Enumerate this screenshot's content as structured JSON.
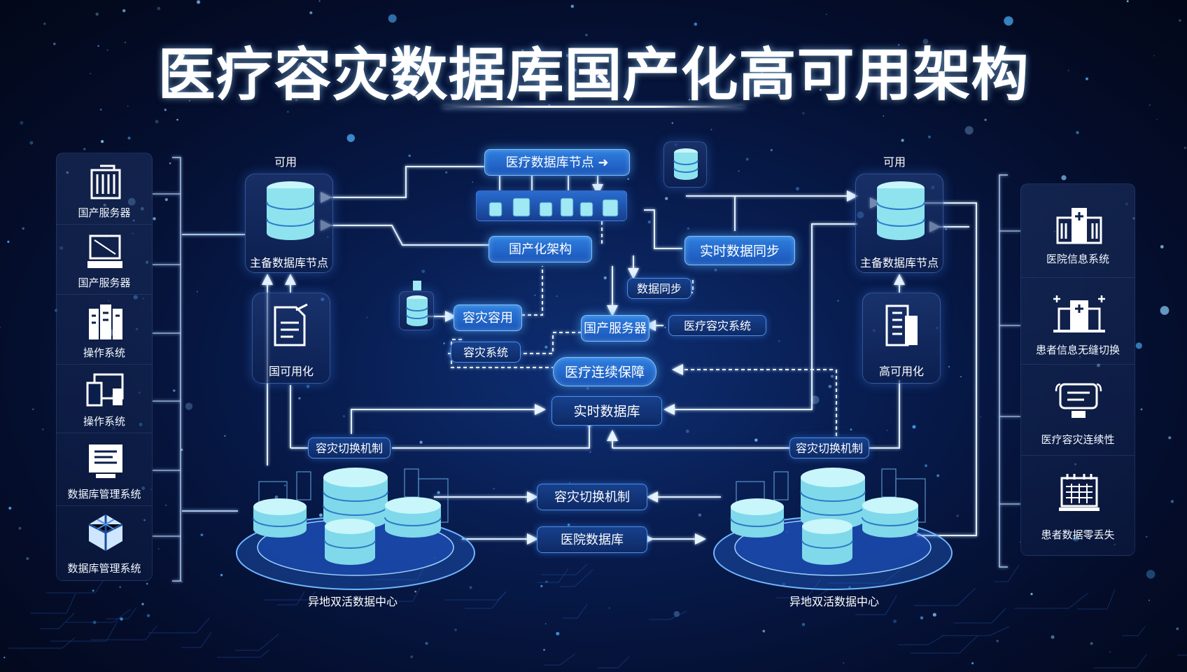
{
  "title": "医疗容灾数据库国产化高可用架构",
  "left_panel": {
    "items": [
      {
        "label": "国产服务器",
        "icon": "server-rack-icon"
      },
      {
        "label": "国产服务器",
        "icon": "computer-terminal-icon"
      },
      {
        "label": "操作系统",
        "icon": "server-cabinet-icon"
      },
      {
        "label": "操作系统",
        "icon": "devices-icon"
      },
      {
        "label": "数据库管理系统",
        "icon": "console-icon"
      },
      {
        "label": "数据库管理系统",
        "icon": "cube-cluster-icon"
      }
    ]
  },
  "right_panel": {
    "items": [
      {
        "label": "医院信息系统",
        "icon": "hospital-building-icon"
      },
      {
        "label": "患者信息无缝切换",
        "icon": "clinic-building-icon"
      },
      {
        "label": "医疗容灾连续性",
        "icon": "monitor-gear-icon"
      },
      {
        "label": "患者数据零丢失",
        "icon": "calendar-grid-icon"
      }
    ]
  },
  "left_node": {
    "availability": "可用",
    "label": "主备数据库节点",
    "sub_label": "国可用化",
    "icon": "database-cylinder-icon",
    "sub_icon": "document-edit-icon"
  },
  "right_node": {
    "availability": "可用",
    "label": "主备数据库节点",
    "sub_label": "高可用化",
    "icon": "database-cylinder-icon",
    "sub_icon": "office-building-icon"
  },
  "center": {
    "db_node": "医疗数据库节点 ➜",
    "domestic_arch": "国产化架构",
    "realtime_sync": "实时数据同步",
    "data_sync": "数据同步",
    "dr_usage": "容灾容用",
    "dr_system": "容灾系统",
    "domestic_server": "国产服务器",
    "medical_dr_system": "医疗容灾系统",
    "continuity": "医疗连续保障",
    "realtime_data": "实时数据库",
    "left_switch": "容灾切换机制",
    "right_switch": "容灾切换机制",
    "dr_switch": "容灾切换机制",
    "hospital_data": "医院数据库"
  },
  "datacenters": {
    "left": "异地双活数据中心",
    "right": "异地双活数据中心"
  },
  "colors": {
    "accent": "#2f7fe0",
    "glow": "#7cc4ff",
    "cylinder": "#9fe8f4"
  }
}
